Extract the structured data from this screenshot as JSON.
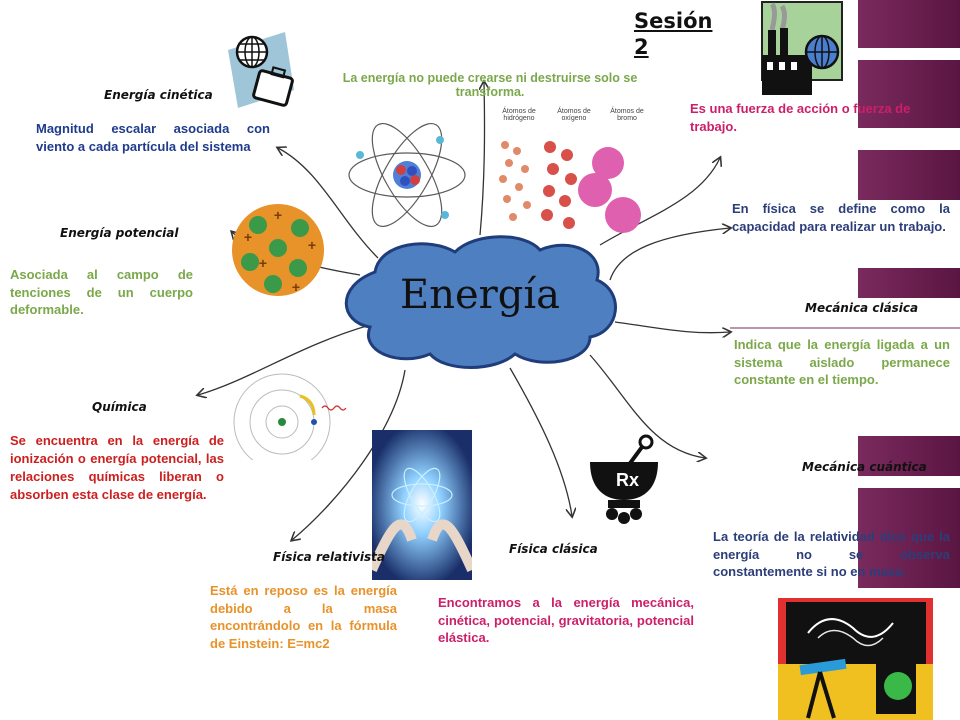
{
  "session": "Sesión 2",
  "central": "Energía",
  "top_statement": "La energía no puede crearse ni destruirse solo se transforma.",
  "atom_labels": [
    "Átomos de hidrógeno",
    "Átomos de oxígeno",
    "Átomos de bromo"
  ],
  "nodes": {
    "cinetica": {
      "label": "Energía cinética",
      "text": "Magnitud escalar asociada con viento a cada partícula del sistema"
    },
    "potencial": {
      "label": "Energía potencial",
      "text": "Asociada al campo de tenciones de un cuerpo deformable."
    },
    "quimica": {
      "label": "Química",
      "text": "Se encuentra en la energía de ionización o energía potencial, las relaciones químicas liberan o absorben esta clase de energía."
    },
    "relativista": {
      "label": "Física relativista",
      "text": "Está en reposo es la energía debido a la masa encontrándolo en la fórmula de Einstein: E=mc2"
    },
    "clasica": {
      "label": "Física clásica",
      "text": "Encontramos a la energía mecánica, cinética, potencial, gravitatoria, potencial elástica."
    },
    "fuerza": {
      "text": "Es una fuerza de acción o fuerza de trabajo."
    },
    "fisica": {
      "text": "En física se define como la capacidad para realizar un trabajo."
    },
    "mecanica_clasica": {
      "label": "Mecánica clásica",
      "text": "Indica que la energía ligada a un sistema aislado permanece constante en el tiempo."
    },
    "mecanica_cuantica": {
      "label": "Mecánica cuántica",
      "text": "La teoría de la relatividad dice que la energía no se observa constantemente si no en masa."
    }
  },
  "colors": {
    "cloud": "#4e7fc0",
    "cloud_border": "#1f3d7a",
    "blue_text": "#1f3b8c",
    "green_text": "#7aa84a",
    "red_text": "#cc1f1f",
    "pink_text": "#cc1f6a",
    "navy_text": "#2c3e7a",
    "side_tab": "#6e2356"
  },
  "icons": [
    "globe-suitcase-icon",
    "factory-globe-icon",
    "atom-icon",
    "molecules-icon",
    "charged-sphere-icon",
    "bohr-model-icon",
    "glowing-atom-hands-icon",
    "mortar-rx-icon",
    "telescope-space-icon"
  ]
}
